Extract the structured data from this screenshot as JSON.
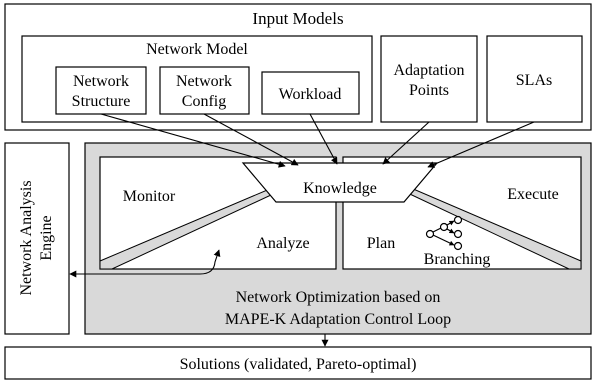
{
  "input_models": {
    "title": "Input Models",
    "network_model": {
      "title": "Network Model",
      "structure": [
        "Network",
        "Structure"
      ],
      "config": [
        "Network",
        "Config"
      ],
      "workload": "Workload"
    },
    "adaptation_points": [
      "Adaptation",
      "Points"
    ],
    "slas": "SLAs"
  },
  "analysis_engine": [
    "Network Analysis",
    "Engine"
  ],
  "mapek": {
    "knowledge": "Knowledge",
    "monitor": "Monitor",
    "analyze": "Analyze",
    "plan": "Plan",
    "execute": "Execute",
    "branching": "Branching",
    "caption": [
      "Network Optimization based on",
      "MAPE-K Adaptation Control Loop"
    ]
  },
  "solutions": "Solutions (validated, Pareto-optimal)",
  "colors": {
    "loop_background": "#d9d9d9",
    "stroke": "#000000",
    "box_fill": "#ffffff"
  }
}
